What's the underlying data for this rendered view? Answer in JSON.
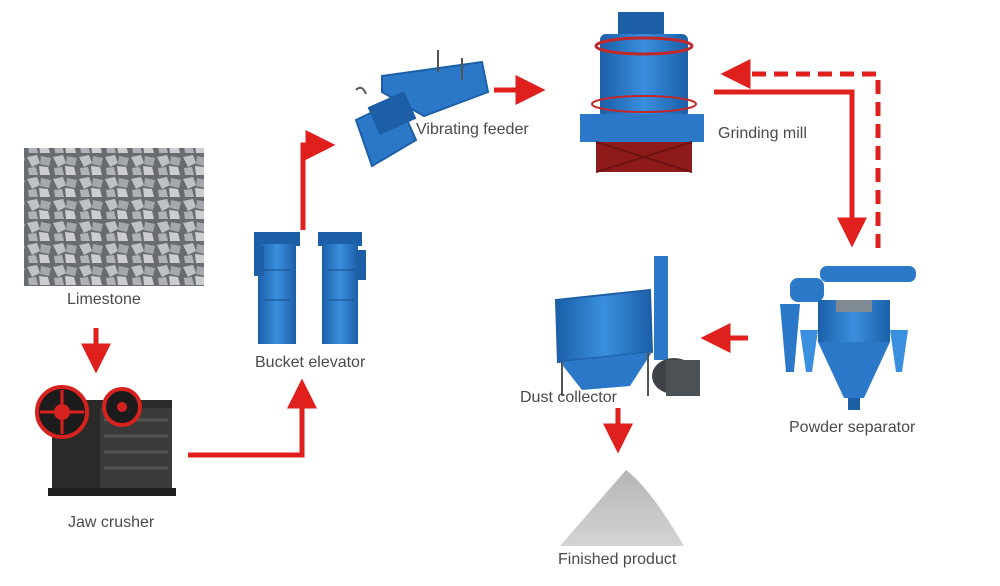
{
  "labels": {
    "limestone": "Limestone",
    "jaw_crusher": "Jaw crusher",
    "bucket_elevator": "Bucket elevator",
    "vibrating_feeder": "Vibrating feeder",
    "grinding_mill": "Grinding mill",
    "powder_separator": "Powder separator",
    "dust_collector": "Dust collector",
    "finished_product": "Finished product"
  },
  "colors": {
    "arrow": "#e0201c",
    "machine_blue": "#2b78c9",
    "machine_dark_blue": "#1d5fa6",
    "crusher_black": "#2a2a2a",
    "crusher_red": "#d8221f",
    "stone_gray": "#8f9297",
    "powder_gray": "#c4c4c4",
    "frame_red": "#8e1a1a",
    "label_text": "#4a4a4a"
  },
  "icons": [
    "limestone-photo",
    "jaw-crusher-icon",
    "bucket-elevator-icon",
    "vibrating-feeder-icon",
    "grinding-mill-icon",
    "powder-separator-icon",
    "dust-collector-icon",
    "powder-pile-icon"
  ]
}
